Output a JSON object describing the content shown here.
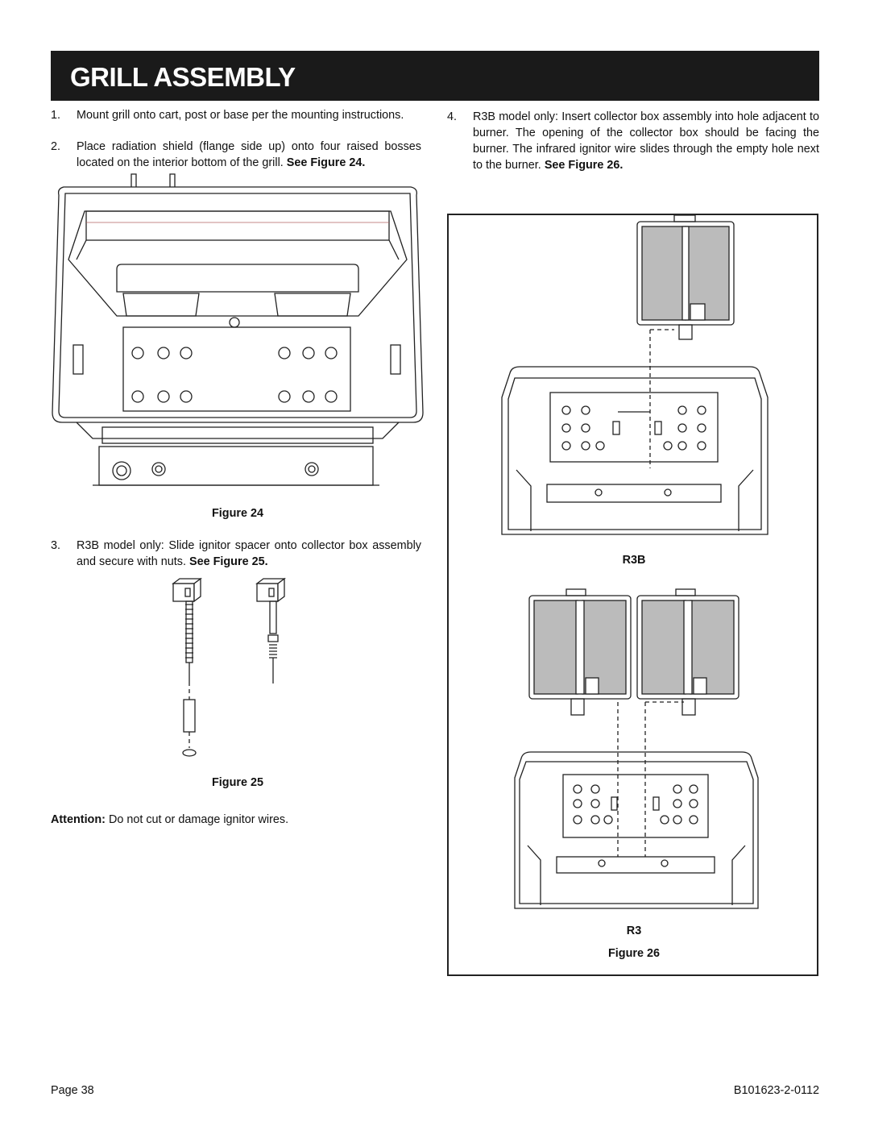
{
  "header": {
    "title": "GRILL ASSEMBLY"
  },
  "steps": [
    {
      "number": "1.",
      "text": "Mount grill onto cart, post or base per the mounting instructions."
    },
    {
      "number": "2.",
      "text": "Place radiation shield (flange side up) onto four raised bosses located on the interior bottom of the grill.",
      "ref": "See Figure 24."
    },
    {
      "number": "3.",
      "text": "R3B model only: Slide ignitor spacer onto collector box assembly and secure with nuts.",
      "ref": "See Figure 25."
    },
    {
      "number": "4.",
      "text": "R3B model only: Insert collector box assembly into hole adjacent to burner.  The opening of the collector box should be facing the burner. The infrared ignitor wire slides through the empty hole next to the burner.",
      "ref": "See Figure 26."
    }
  ],
  "figures": {
    "fig24": "Figure 24",
    "fig25": "Figure 25",
    "fig26": "Figure 26",
    "label_r3b": "R3B",
    "label_r3": "R3"
  },
  "attention": {
    "label": "Attention:",
    "text": "Do not cut or damage ignitor wires."
  },
  "footer": {
    "page": "Page 38",
    "doc_number": "B101623-2-0112"
  }
}
